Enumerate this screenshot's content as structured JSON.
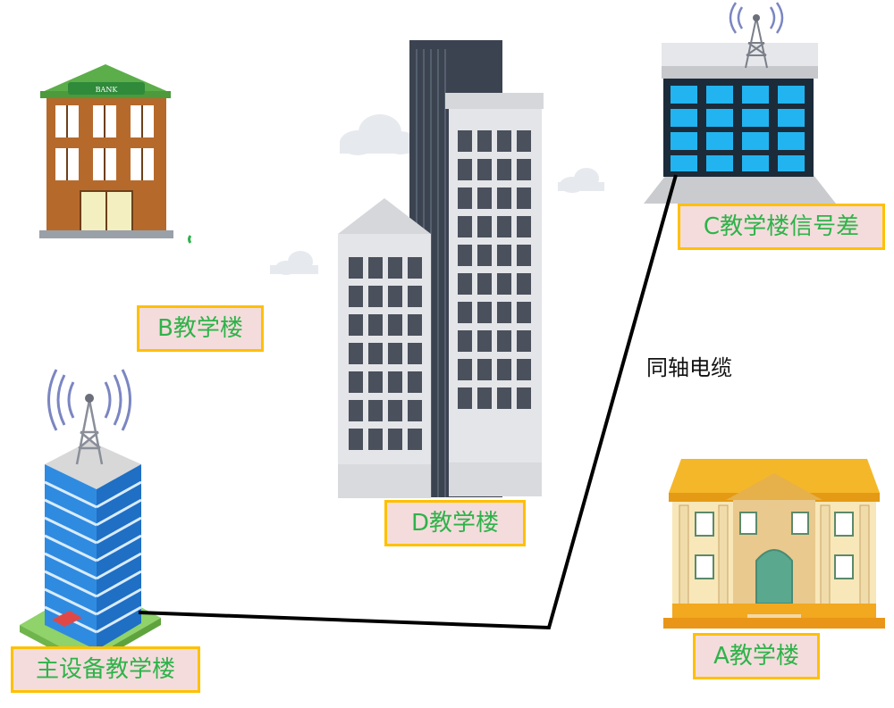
{
  "bank_sign": "BANK",
  "labels": {
    "b": "B教学楼",
    "c": "C教学楼信号差",
    "d": "D教学楼",
    "a": "A教学楼",
    "main": "主设备教学楼"
  },
  "cable_label": "同轴电缆",
  "colors": {
    "label_bg": "#f4dcdc",
    "label_border": "#ffc000",
    "label_text": "#2eb34a",
    "cable": "#000000"
  }
}
